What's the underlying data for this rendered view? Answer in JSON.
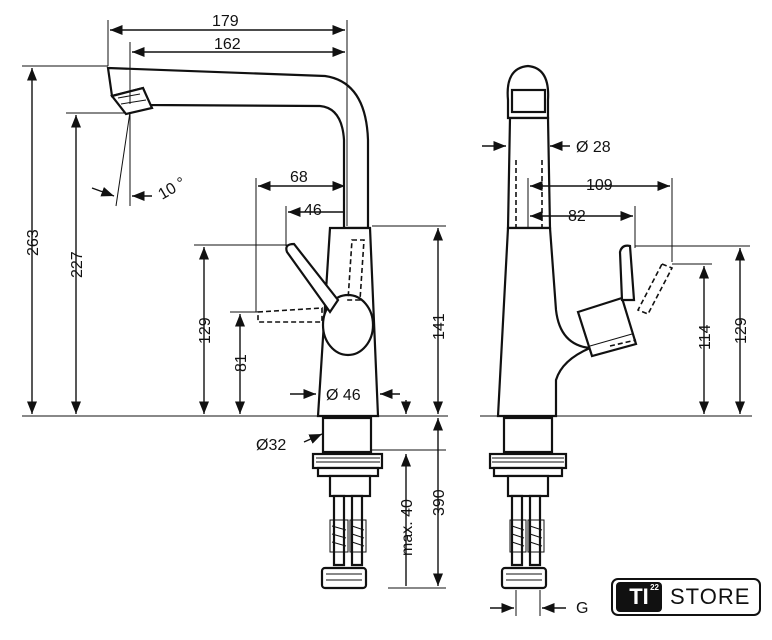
{
  "dimensions": {
    "d179": "179",
    "d162": "162",
    "d263": "263",
    "d227": "227",
    "d10deg": "10 °",
    "d68": "68",
    "d46": "46",
    "d129_left": "129",
    "d81": "81",
    "d141": "141",
    "d_dia46": "Ø 46",
    "d_dia32": "Ø32",
    "d_max40": "max. 40",
    "d390": "390",
    "d_dia28": "Ø 28",
    "d109": "109",
    "d82": "82",
    "d114": "114",
    "d129_right": "129",
    "dG": "G"
  },
  "logo": {
    "mark": "TI",
    "superscript": "22",
    "word": "STORE"
  }
}
